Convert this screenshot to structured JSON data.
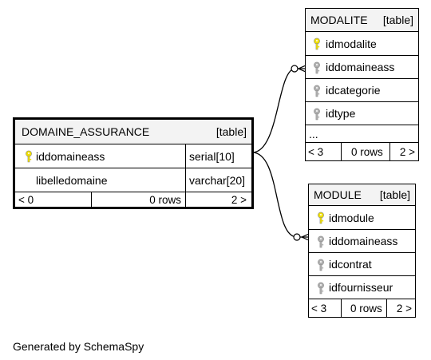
{
  "colors": {
    "pk_key": "#f0e000",
    "fk_key": "#b0b0b0",
    "header_bg": "#f3f3f3"
  },
  "tables": {
    "domaine": {
      "name": "DOMAINE_ASSURANCE",
      "kind": "[table]",
      "columns": [
        {
          "name": "iddomaineass",
          "type": "serial[10]",
          "icon": "primary-key-icon"
        },
        {
          "name": "libelledomaine",
          "type": "varchar[20]",
          "icon": ""
        }
      ],
      "footer": {
        "left": "< 0",
        "rows": "0 rows",
        "right": "2 >"
      }
    },
    "modalite": {
      "name": "MODALITE",
      "kind": "[table]",
      "columns": [
        {
          "name": "idmodalite",
          "icon": "primary-key-icon"
        },
        {
          "name": "iddomaineass",
          "icon": "foreign-key-icon"
        },
        {
          "name": "idcategorie",
          "icon": "foreign-key-icon"
        },
        {
          "name": "idtype",
          "icon": "foreign-key-icon"
        }
      ],
      "more": "...",
      "footer": {
        "left": "< 3",
        "rows": "0 rows",
        "right": "2 >"
      }
    },
    "module": {
      "name": "MODULE",
      "kind": "[table]",
      "columns": [
        {
          "name": "idmodule",
          "icon": "primary-key-icon"
        },
        {
          "name": "iddomaineass",
          "icon": "foreign-key-icon"
        },
        {
          "name": "idcontrat",
          "icon": "foreign-key-icon"
        },
        {
          "name": "idfournisseur",
          "icon": "foreign-key-icon"
        }
      ],
      "footer": {
        "left": "< 3",
        "rows": "0 rows",
        "right": "2 >"
      }
    }
  },
  "footer_text": "Generated by SchemaSpy"
}
